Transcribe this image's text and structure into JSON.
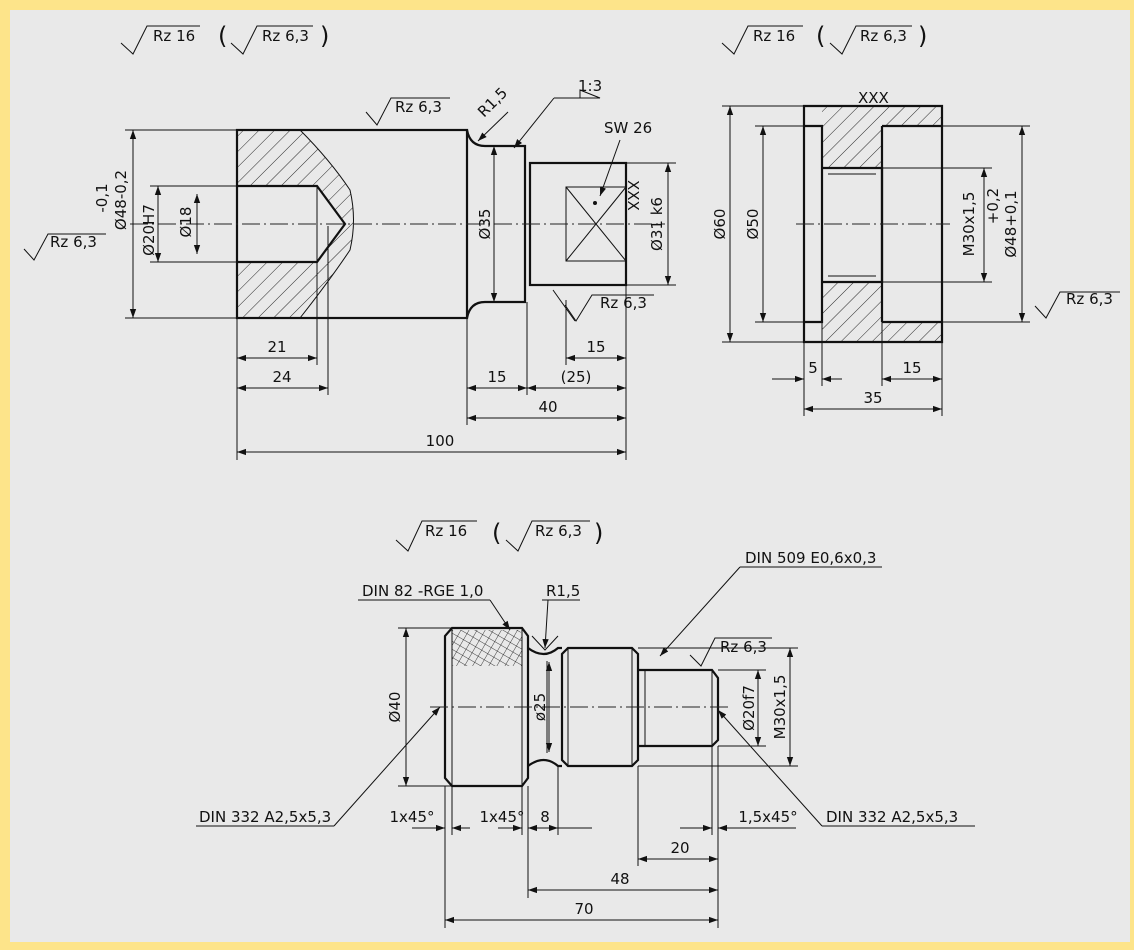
{
  "colors": {
    "border": "#fde48a",
    "paper": "#e9e9e9",
    "ink": "#111111"
  },
  "view_top_left": {
    "surface_general": "Rz 16",
    "surface_bracket": "Rz 6,3",
    "surface_top": "Rz 6,3",
    "surface_left": "Rz 6,3",
    "surface_bottom": "Rz 6,3",
    "radius": "R1,5",
    "taper": "1:3",
    "wrench": "SW 26",
    "xxx": "XXX",
    "tol_upper": "-0,1",
    "dia_48": "Ø48-0,2",
    "dia_20": "Ø20H7",
    "dia_18": "Ø18",
    "dia_35": "Ø35",
    "dia_31": "Ø31 k6",
    "dim_21": "21",
    "dim_24": "24",
    "dim_15a": "15",
    "dim_15b": "15",
    "dim_25": "(25)",
    "dim_40": "40",
    "dim_100": "100"
  },
  "view_top_right": {
    "surface_general": "Rz 16",
    "surface_bracket": "Rz 6,3",
    "surface_right": "Rz 6,3",
    "xxx": "XXX",
    "dia_60": "Ø60",
    "dia_50": "Ø50",
    "thread": "M30x1,5",
    "tol_upper": "+0,2",
    "dia_48": "Ø48+0,1",
    "dim_5": "5",
    "dim_15": "15",
    "dim_35": "35"
  },
  "view_bottom": {
    "surface_general": "Rz 16",
    "surface_bracket": "Rz 6,3",
    "surface_right": "Rz 6,3",
    "undercut": "DIN 509 E0,6x0,3",
    "knurl": "DIN 82 -RGE 1,0",
    "radius": "R1,5",
    "center_left": "DIN 332 A2,5x5,3",
    "center_right": "DIN 332 A2,5x5,3",
    "dia_40": "Ø40",
    "dia_25": "ø25",
    "dia_20": "Ø20f7",
    "thread": "M30x1,5",
    "chamfer_left": "1x45°",
    "chamfer_mid": "1x45°",
    "dim_8": "8",
    "chamfer_right": "1,5x45°",
    "dim_20": "20",
    "dim_48": "48",
    "dim_70": "70"
  }
}
